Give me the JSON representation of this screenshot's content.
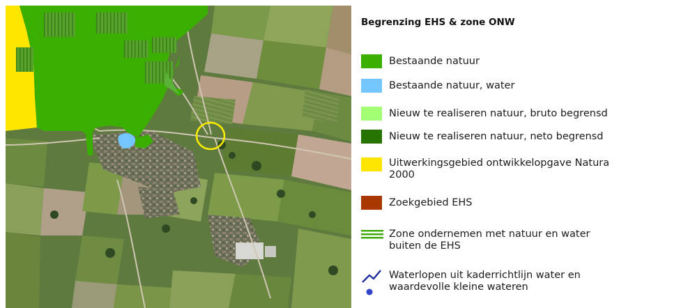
{
  "legend": {
    "title": "Begrenzing EHS & zone ONW",
    "items": [
      {
        "id": "bestaande-natuur",
        "label": "Bestaande natuur",
        "color": "#3aaf00"
      },
      {
        "id": "bestaande-natuur-water",
        "label": "Bestaande natuur, water",
        "color": "#73c6ff"
      },
      {
        "id": "nieuw-bruto",
        "label": "Nieuw te realiseren natuur, bruto begrensd",
        "color": "#a3ff73"
      },
      {
        "id": "nieuw-neto",
        "label": "Nieuw te realiseren natuur, neto begrensd",
        "color": "#267300"
      },
      {
        "id": "uitwerkingsgebied",
        "label_line1": "Uitwerkingsgebied ontwikkelopgave Natura",
        "label_line2": "2000",
        "color": "#ffe600"
      },
      {
        "id": "zoekgebied",
        "label": "Zoekgebied EHS",
        "color": "#a83800"
      },
      {
        "id": "zone-onw",
        "label_line1": "Zone ondernemen met natuur en water",
        "label_line2": "buiten de EHS",
        "color": "#38a800",
        "icon": "parallel-lines-icon"
      },
      {
        "id": "waterlopen",
        "label_line1": "Waterlopen uit kaderrichtlijn water en",
        "label_line2": "waardevolle kleine wateren",
        "line_color": "#1f2e9e",
        "dot_color": "#3344cc",
        "icon": "waterway-icon"
      }
    ]
  },
  "map": {
    "highlight_color": "#ffee00",
    "natuur_color": "#3aaf00",
    "water_color": "#73c6ff",
    "natura_color": "#ffe600"
  }
}
